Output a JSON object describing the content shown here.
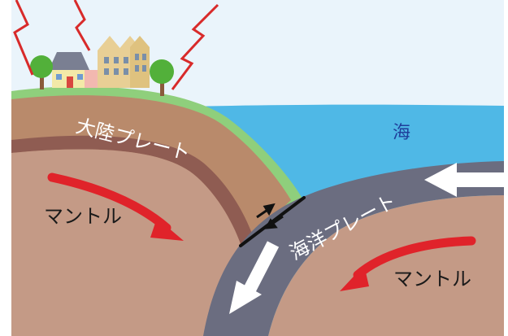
{
  "labels": {
    "continental_plate": "大陸プレート",
    "sea": "海",
    "mantle_left": "マントル",
    "oceanic_plate": "海洋プレート",
    "mantle_right": "マントル"
  },
  "colors": {
    "sky": "#eaf4fb",
    "sea": "#4fb8e6",
    "mantle": "#c49a86",
    "mantle_dark": "#a9786a",
    "continental_crust": "#b98a6b",
    "continental_band": "#8f5c52",
    "grass": "#8fcf7c",
    "oceanic_plate": "#6b6d80",
    "lightning": "#d82a2a",
    "flow_arrow": "#e0232a",
    "plate_arrow": "#ffffff",
    "sea_text": "#1f3e9a"
  }
}
